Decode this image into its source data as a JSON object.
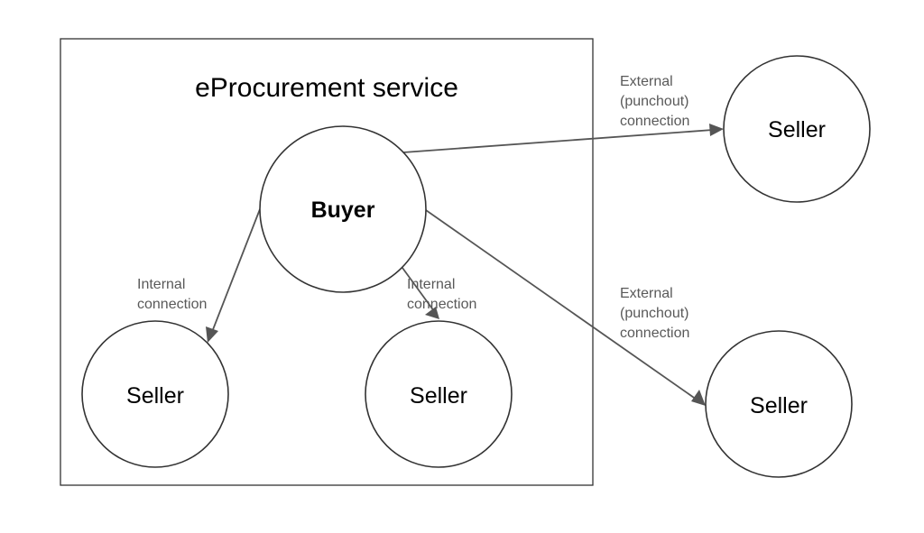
{
  "service": {
    "title": "eProcurement service"
  },
  "nodes": {
    "buyer": "Buyer",
    "seller_internal_left": "Seller",
    "seller_internal_right": "Seller",
    "seller_external_top": "Seller",
    "seller_external_bottom": "Seller"
  },
  "edges": {
    "internal_left": [
      "Internal",
      "connection"
    ],
    "internal_right": [
      "Internal",
      "connection"
    ],
    "external_top": [
      "External",
      "(punchout)",
      "connection"
    ],
    "external_bottom": [
      "External",
      "(punchout)",
      "connection"
    ]
  },
  "colors": {
    "stroke": "#333333",
    "edge": "#555555",
    "edge_label": "#595959"
  }
}
